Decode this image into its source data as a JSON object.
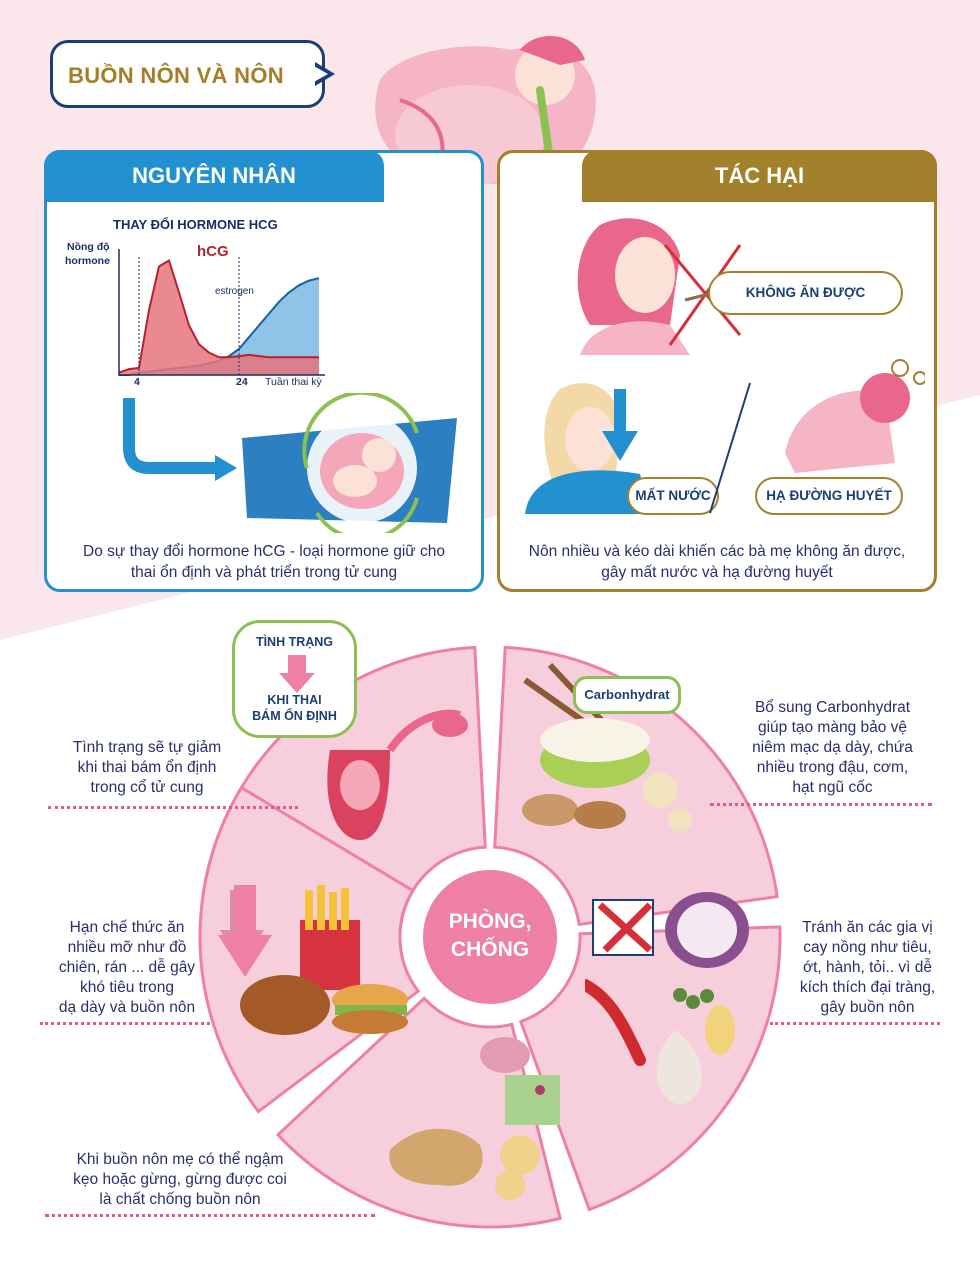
{
  "header": {
    "title": "BUỒN NÔN VÀ NÔN"
  },
  "cause_panel": {
    "heading": "NGUYÊN NHÂN",
    "chart_title": "THAY ĐỔI HORMONE HCG",
    "caption_line1": "Do sự thay đổi hormone hCG - loại hormone giữ cho",
    "caption_line2": "thai ổn định và phát triển trong tử cung"
  },
  "harm_panel": {
    "heading": "TÁC HẠI",
    "label_cannot_eat": "KHÔNG ĂN ĐƯỢC",
    "label_dehydration": "MẤT NƯỚC",
    "label_low_sugar": "HẠ ĐƯỜNG HUYẾT",
    "caption_line1": "Nôn nhiều và kéo dài khiến các bà mẹ không ăn được,",
    "caption_line2": "gây mất nước và hạ đường huyết"
  },
  "chart_data": {
    "type": "area",
    "title": "THAY ĐỔI HORMONE HCG",
    "ylabel_line1": "Nồng độ",
    "ylabel_line2": "hormone",
    "xlabel": "Tuần thai kỳ",
    "x_ticks": [
      "4",
      "24"
    ],
    "series": [
      {
        "name": "hCG",
        "color": "#e8747c",
        "x": [
          0,
          2,
          4,
          6,
          8,
          10,
          12,
          14,
          16,
          18,
          20,
          22,
          24,
          26,
          28,
          30,
          32,
          34,
          36,
          38,
          40
        ],
        "values": [
          0.02,
          0.05,
          0.06,
          0.55,
          0.92,
          0.97,
          0.7,
          0.42,
          0.26,
          0.19,
          0.15,
          0.15,
          0.16,
          0.17,
          0.16,
          0.15,
          0.15,
          0.15,
          0.15,
          0.15,
          0.15
        ]
      },
      {
        "name": "estrogen",
        "color": "#7db8e4",
        "x": [
          0,
          2,
          4,
          6,
          8,
          10,
          12,
          14,
          16,
          18,
          20,
          22,
          24,
          26,
          28,
          30,
          32,
          34,
          36,
          38,
          40
        ],
        "values": [
          0.0,
          0.0,
          0.02,
          0.03,
          0.04,
          0.05,
          0.06,
          0.07,
          0.08,
          0.1,
          0.12,
          0.16,
          0.22,
          0.32,
          0.42,
          0.52,
          0.62,
          0.7,
          0.76,
          0.8,
          0.82
        ]
      }
    ],
    "xlim": [
      0,
      40
    ],
    "ylim": [
      0,
      1
    ]
  },
  "status_bubble": {
    "top": "TÌNH TRẠNG",
    "bottom_line1": "KHI THAI",
    "bottom_line2": "BÁM ỔN ĐỊNH"
  },
  "carb_label": "Carbonhydrat",
  "center": {
    "line1": "PHÒNG,",
    "line2": "CHỐNG"
  },
  "tips": {
    "t1": [
      "Tình trạng sẽ tự giảm",
      "khi thai bám ổn định",
      "trong cổ tử cung"
    ],
    "t2": [
      "Bổ sung Carbonhydrat",
      "giúp tạo màng bảo vệ",
      "niêm mạc dạ dày, chứa",
      "nhiều trong đậu, cơm,",
      "hạt ngũ cốc"
    ],
    "t3": [
      "Hạn chế thức ăn",
      "nhiều mỡ như đồ",
      "chiên, rán ... dễ gây",
      "khó tiêu trong",
      "dạ dày và buồn nôn"
    ],
    "t4": [
      "Tránh ăn các gia vị",
      "cay nồng như tiêu,",
      "ớt, hành, tỏi.. vì dễ",
      "kích thích đại tràng,",
      "gây buồn nôn"
    ],
    "t5": [
      "Khi buồn nôn mẹ có thể ngậm",
      "kẹo hoặc gừng, gừng được coi",
      "là chất chống buồn nôn"
    ]
  },
  "colors": {
    "blue": "#2391cf",
    "gold": "#a3812c",
    "pink": "#ee7fa7",
    "navy": "#1b3f73"
  }
}
